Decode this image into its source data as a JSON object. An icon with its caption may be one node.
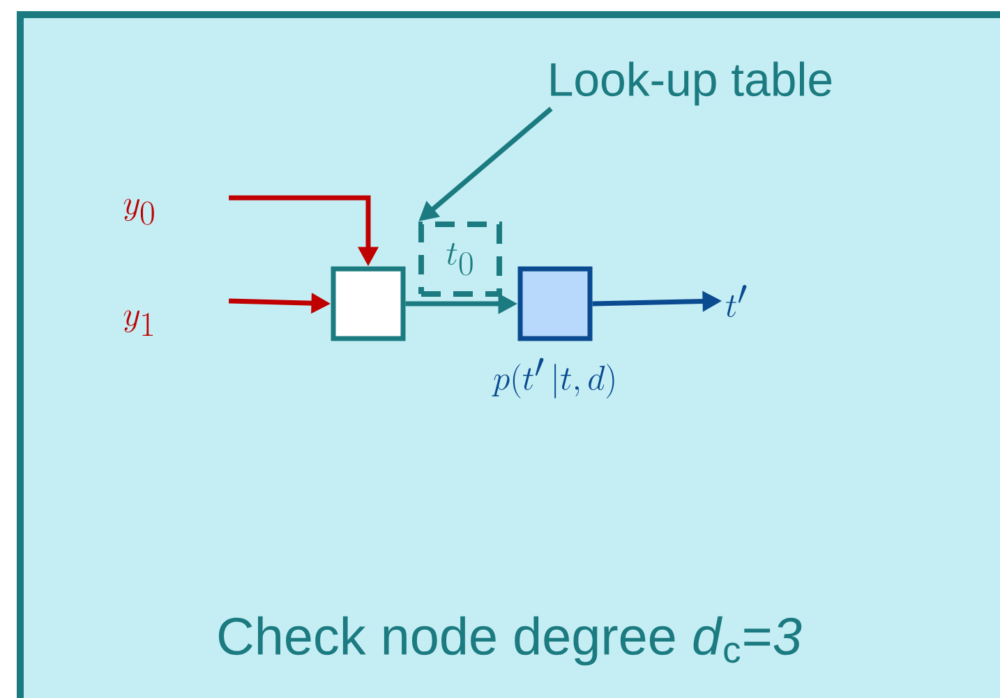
{
  "diagram": {
    "nodes": [
      {
        "text": [
          "Check node degree *d*$_{c}$=*3*"
        ]
      },
      {
        "text": [
          "y_0"
        ],
        "in": 0
      },
      {
        "text": [
          "y_1"
        ],
        "in": 0
      },
      {
        "text": [],
        "shape": "box",
        "in": 0
      },
      {
        "text": [],
        "shape": "box",
        "in": 0,
        "beside": [
          "p(t' \\,|t,d)"
        ]
      },
      {
        "text": [
          "t'"
        ],
        "in": 0
      },
      {
        "text": [
          "Look-up table"
        ],
        "in": 0
      },
      {
        "text": [
          "t_0"
        ],
        "in": 0
      }
    ],
    "edges": [
      {
        "from": 1,
        "to": 3,
        "arrow": "to",
        "color": "#c00000"
      },
      {
        "from": 2,
        "to": 3,
        "arrow": "to",
        "color": "#c00000"
      },
      {
        "from": 3,
        "to": 4,
        "arrow": "to",
        "color": "#1b7b80"
      },
      {
        "from": 4,
        "to": 5,
        "arrow": "to",
        "color": "#0a4a90"
      },
      {
        "from": 6,
        "to": 7,
        "arrow": "to",
        "color": "#1b7b80"
      }
    ]
  }
}
